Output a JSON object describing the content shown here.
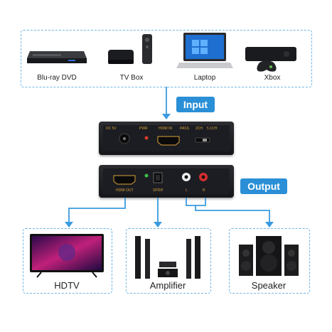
{
  "sources": {
    "items": [
      {
        "label": "Blu-ray DVD",
        "icon": "bluray-player-icon"
      },
      {
        "label": "TV Box",
        "icon": "tv-box-icon"
      },
      {
        "label": "Laptop",
        "icon": "laptop-icon"
      },
      {
        "label": "Xbox",
        "icon": "xbox-console-icon"
      }
    ]
  },
  "input_tag": "Input",
  "output_tag": "Output",
  "input_device": {
    "ports": [
      "DC 5V",
      "PWR",
      "HDMI IN",
      "PASS",
      "2CH",
      "5.1CH"
    ]
  },
  "output_device": {
    "ports": [
      "HDMI OUT",
      "SPDIF",
      "L",
      "R"
    ]
  },
  "outputs": {
    "items": [
      {
        "label": "HDTV",
        "icon": "hdtv-icon"
      },
      {
        "label": "Amplifier",
        "icon": "amplifier-icon"
      },
      {
        "label": "Speaker",
        "icon": "speaker-icon"
      }
    ]
  },
  "colors": {
    "accent": "#2a8fd6",
    "dash": "#6fb5e6",
    "arrow": "#3a9be0",
    "port_text": "#d8a13a"
  }
}
